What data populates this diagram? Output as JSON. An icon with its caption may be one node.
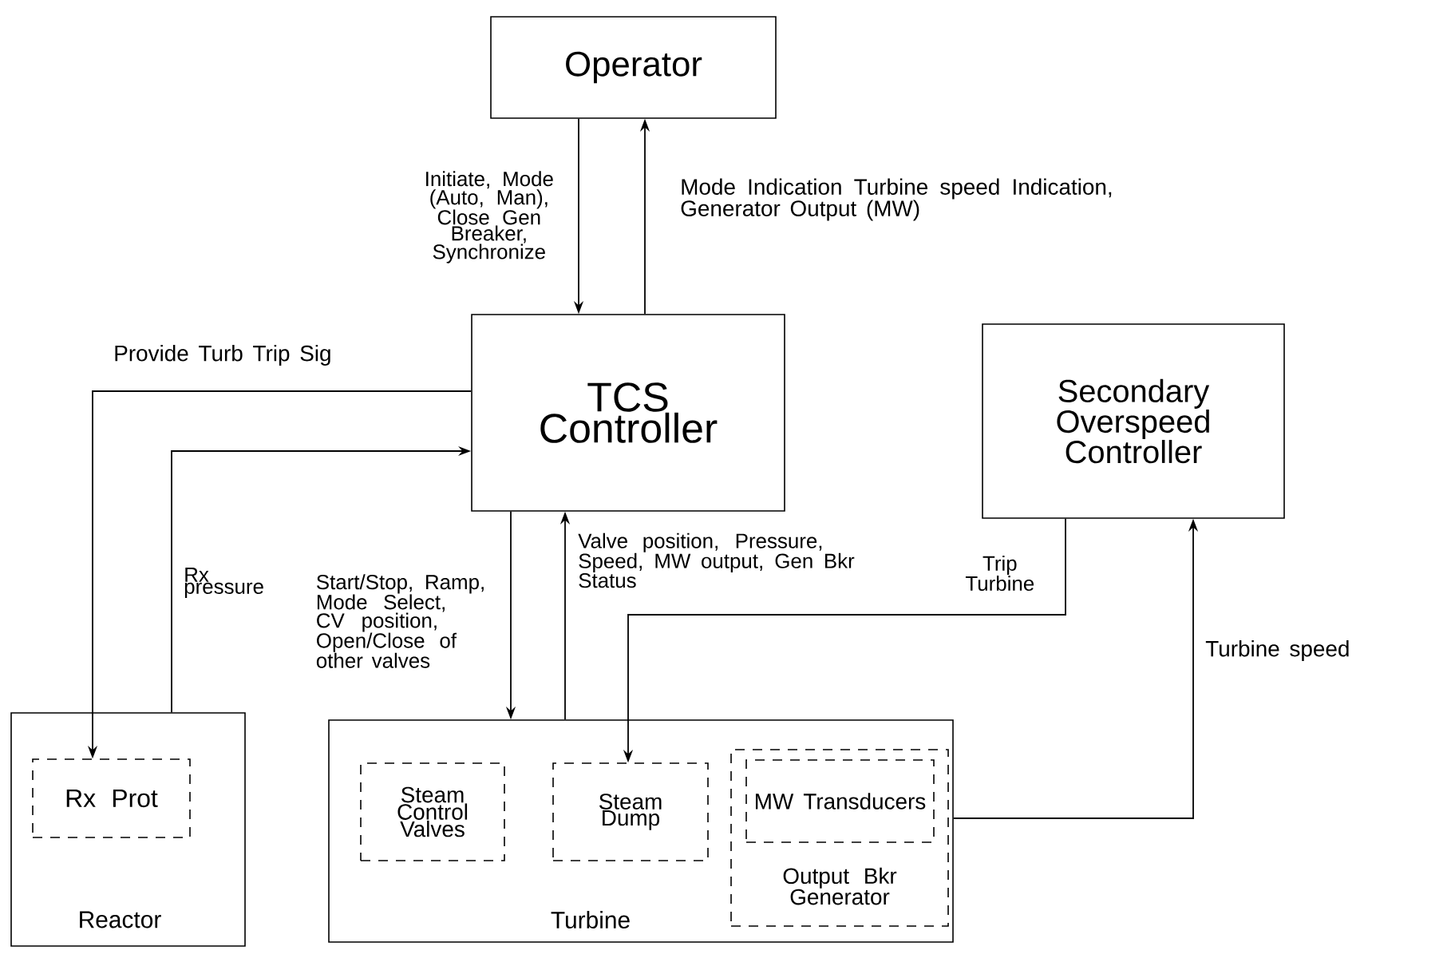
{
  "diagram": {
    "nodes": [
      {
        "text": [
          "Operator"
        ]
      },
      {
        "text": [
          "TCS Controller"
        ]
      },
      {
        "text": [
          "Secondary Overspeed Controller"
        ]
      },
      {
        "text": [
          "Reactor"
        ]
      },
      {
        "text": [
          "Rx Prot"
        ],
        "in": 3
      },
      {
        "text": [
          "Turbine"
        ]
      },
      {
        "text": [
          "Steam Control Valves"
        ],
        "in": 5
      },
      {
        "text": [
          "Steam Dump"
        ],
        "in": 5
      },
      {
        "text": [
          "Output Bkr Generator"
        ],
        "in": 5
      },
      {
        "text": [
          "MW Transducers"
        ],
        "in": 8
      }
    ],
    "edges": [
      {
        "from": 0,
        "to": 1,
        "arrow": "to",
        "label": "Initiate, Mode (Auto, Man), Close Gen Breaker, Synchronize"
      },
      {
        "from": 1,
        "to": 0,
        "arrow": "to",
        "label": "Mode Indication Turbine speed Indication, Generator Output (MW)"
      },
      {
        "from": 1,
        "to": 4,
        "arrow": "to",
        "label": "Provide Turb Trip Sig"
      },
      {
        "from": 3,
        "to": 1,
        "arrow": "to",
        "label": "Rx pressure"
      },
      {
        "from": 1,
        "to": 5,
        "arrow": "to",
        "label": "Start/Stop, Ramp, Mode Select, CV position, Open/Close of other valves"
      },
      {
        "from": 5,
        "to": 1,
        "arrow": "to",
        "label": "Valve position, Pressure, Speed, MW output, Gen Bkr Status"
      },
      {
        "from": 2,
        "to": 7,
        "arrow": "to",
        "label": "Trip Turbine"
      },
      {
        "from": 5,
        "to": 2,
        "arrow": "to",
        "label": "Turbine speed"
      }
    ]
  }
}
